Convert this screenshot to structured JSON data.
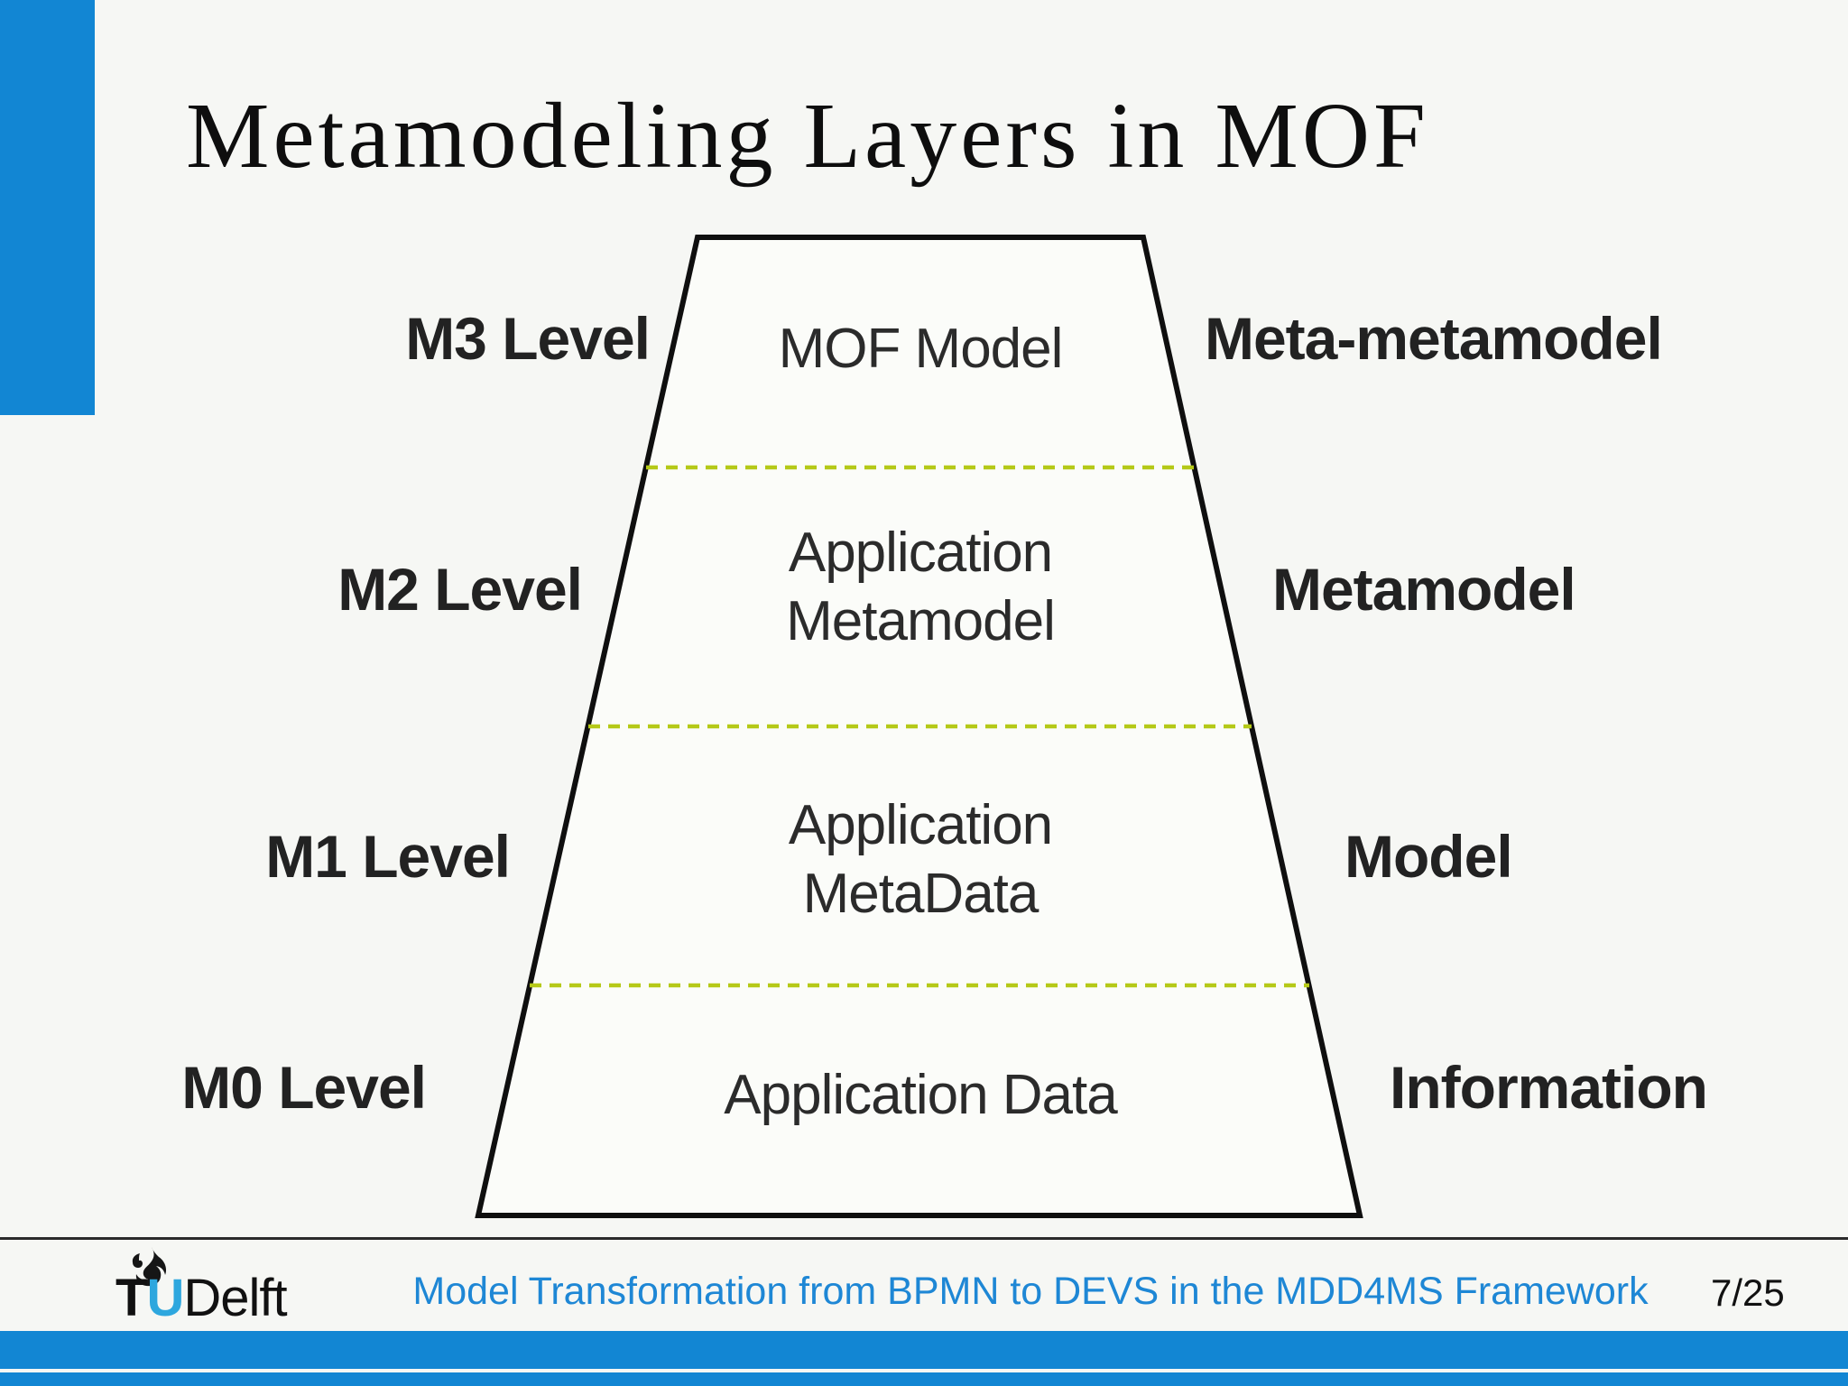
{
  "slide": {
    "title": "Metamodeling Layers in MOF",
    "footer": {
      "caption": "Model Transformation from BPMN to DEVS in the MDD4MS Framework",
      "page_number": "7/25",
      "logo_t": "T",
      "logo_u": "U",
      "logo_delft": "Delft"
    }
  },
  "diagram": {
    "shape": "trapezoid-with-4-layers",
    "rows": [
      {
        "level_label": "M3 Level",
        "layer_lines": [
          "MOF Model"
        ],
        "role_label": "Meta-metamodel"
      },
      {
        "level_label": "M2 Level",
        "layer_lines": [
          "Application",
          "Metamodel"
        ],
        "role_label": "Metamodel"
      },
      {
        "level_label": "M1 Level",
        "layer_lines": [
          "Application",
          "MetaData"
        ],
        "role_label": "Model"
      },
      {
        "level_label": "M0 Level",
        "layer_lines": [
          "Application Data"
        ],
        "role_label": "Information"
      }
    ]
  },
  "colors": {
    "accent_blue": "#1286d3",
    "logo_u_blue": "#2ea7de",
    "footer_text_blue": "#1e87d5",
    "dashed_divider": "#b5c918",
    "trapezoid_stroke": "#0f0f0f",
    "background": "#f6f7f4",
    "ink": "#222222"
  }
}
